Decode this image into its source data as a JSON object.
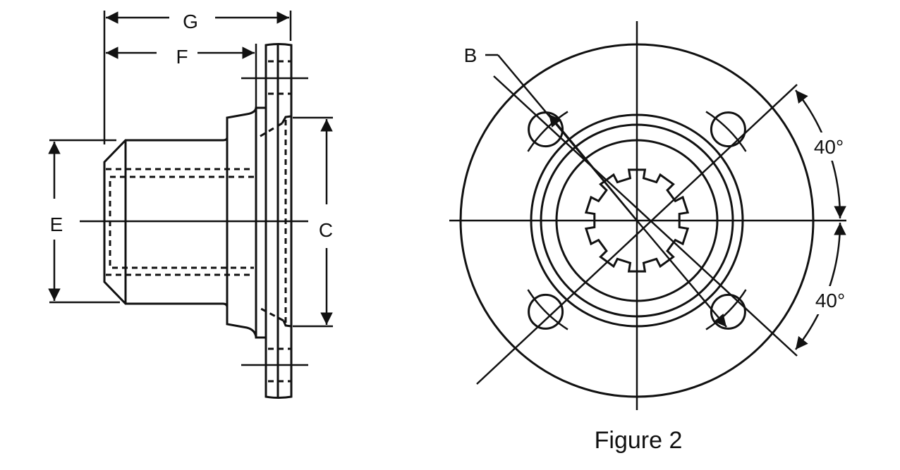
{
  "side_view": {
    "labels": {
      "g": "G",
      "f": "F",
      "e": "E",
      "c": "C"
    }
  },
  "front_view": {
    "labels": {
      "b": "B",
      "angle_top": "40°",
      "angle_bottom": "40°"
    },
    "spline_teeth": 10,
    "bolt_holes": 4
  },
  "caption": "Figure 2"
}
